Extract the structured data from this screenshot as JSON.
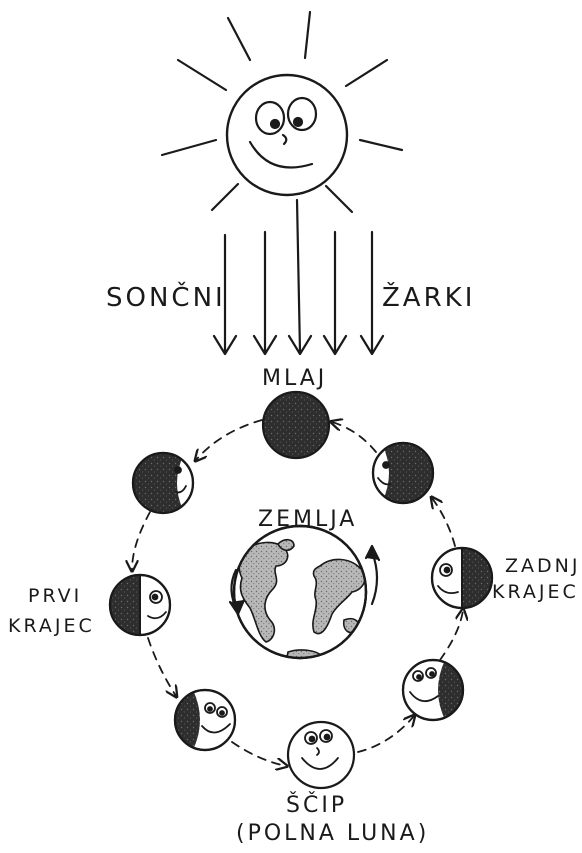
{
  "labels": {
    "sun_rays_left": "SONČNI",
    "sun_rays_right": "ŽARKI",
    "new_moon": "MLAJ",
    "earth": "ZEMLJA",
    "first_quarter_line1": "PRVI",
    "first_quarter_line2": "KRAJEC",
    "last_quarter_line1": "ZADNJI",
    "last_quarter_line2": "KRAJEC",
    "full_moon_line1": "ŠČIP",
    "full_moon_line2": "(POLNA LUNA)"
  },
  "colors": {
    "ink": "#1a1a1a",
    "dark_side": "#2b2b2b",
    "land": "#9a9a9a",
    "paper": "#ffffff"
  }
}
